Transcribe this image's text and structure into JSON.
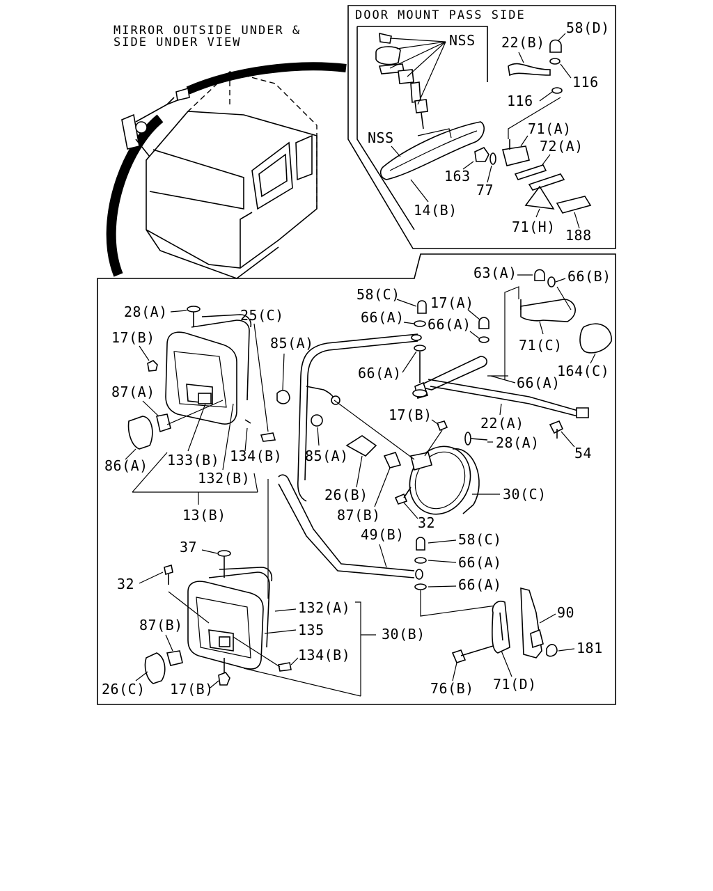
{
  "titles": {
    "main_line1": "MIRROR OUTSIDE UNDER &",
    "main_line2": "SIDE UNDER VIEW",
    "inset": "DOOR MOUNT PASS SIDE"
  },
  "labels": {
    "nss_top": "NSS",
    "nss_mid": "NSS",
    "p58d": "58(D)",
    "p22b": "22(B)",
    "p116a": "116",
    "p116b": "116",
    "p71a": "71(A)",
    "p72a": "72(A)",
    "p163": "163",
    "p77": "77",
    "p14b": "14(B)",
    "p71h": "71(H)",
    "p188": "188",
    "p63a": "63(A)",
    "p66b": "66(B)",
    "p58c_top": "58(C)",
    "p17a": "17(A)",
    "p66a_1": "66(A)",
    "p66a_2": "66(A)",
    "p66a_3": "66(A)",
    "p66a_4": "66(A)",
    "p71c": "71(C)",
    "p164c": "164(C)",
    "p28a_top": "28(A)",
    "p25c": "25(C)",
    "p17b_1": "17(B)",
    "p85a_1": "85(A)",
    "p87a": "87(A)",
    "p22a": "22(A)",
    "p17b_2": "17(B)",
    "p28a_mid": "28(A)",
    "p54": "54",
    "p86a": "86(A)",
    "p133b": "133(B)",
    "p134b_1": "134(B)",
    "p85a_2": "85(A)",
    "p132b": "132(B)",
    "p26b": "26(B)",
    "p30c": "30(C)",
    "p87b_1": "87(B)",
    "p13b": "13(B)",
    "p32_1": "32",
    "p49b": "49(B)",
    "p58c_bot": "58(C)",
    "p37": "37",
    "p66a_5": "66(A)",
    "p32_2": "32",
    "p66a_6": "66(A)",
    "p132a": "132(A)",
    "p90": "90",
    "p135": "135",
    "p30b": "30(B)",
    "p87b_2": "87(B)",
    "p134b_2": "134(B)",
    "p181": "181",
    "p26c": "26(C)",
    "p17b_3": "17(B)",
    "p76b": "76(B)",
    "p71d": "71(D)"
  }
}
